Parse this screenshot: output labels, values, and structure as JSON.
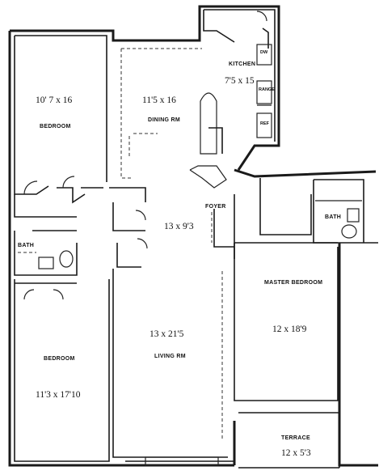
{
  "rooms": {
    "kitchen": {
      "name": "KITCHEN",
      "size": "7'5 x 15"
    },
    "dining": {
      "name": "DINING RM",
      "size": "11'5 x 16"
    },
    "bedroom_top": {
      "name": "BEDROOM",
      "size": "10' 7 x 16"
    },
    "foyer": {
      "name": "FOYER",
      "size": "13 x 9'3"
    },
    "bath_left": {
      "name": "BATH"
    },
    "bath_right": {
      "name": "BATH"
    },
    "master_bedroom": {
      "name": "MASTER BEDROOM",
      "size": "12 x 18'9"
    },
    "bedroom_bottom": {
      "name": "BEDROOM",
      "size": "11'3 x 17'10"
    },
    "living": {
      "name": "LIVING RM",
      "size": "13 x 21'5"
    },
    "terrace": {
      "name": "TERRACE",
      "size": "12 x 5'3"
    }
  },
  "appliances": {
    "dw": "DW",
    "range": "RANGE",
    "refrigerator": "REF"
  }
}
